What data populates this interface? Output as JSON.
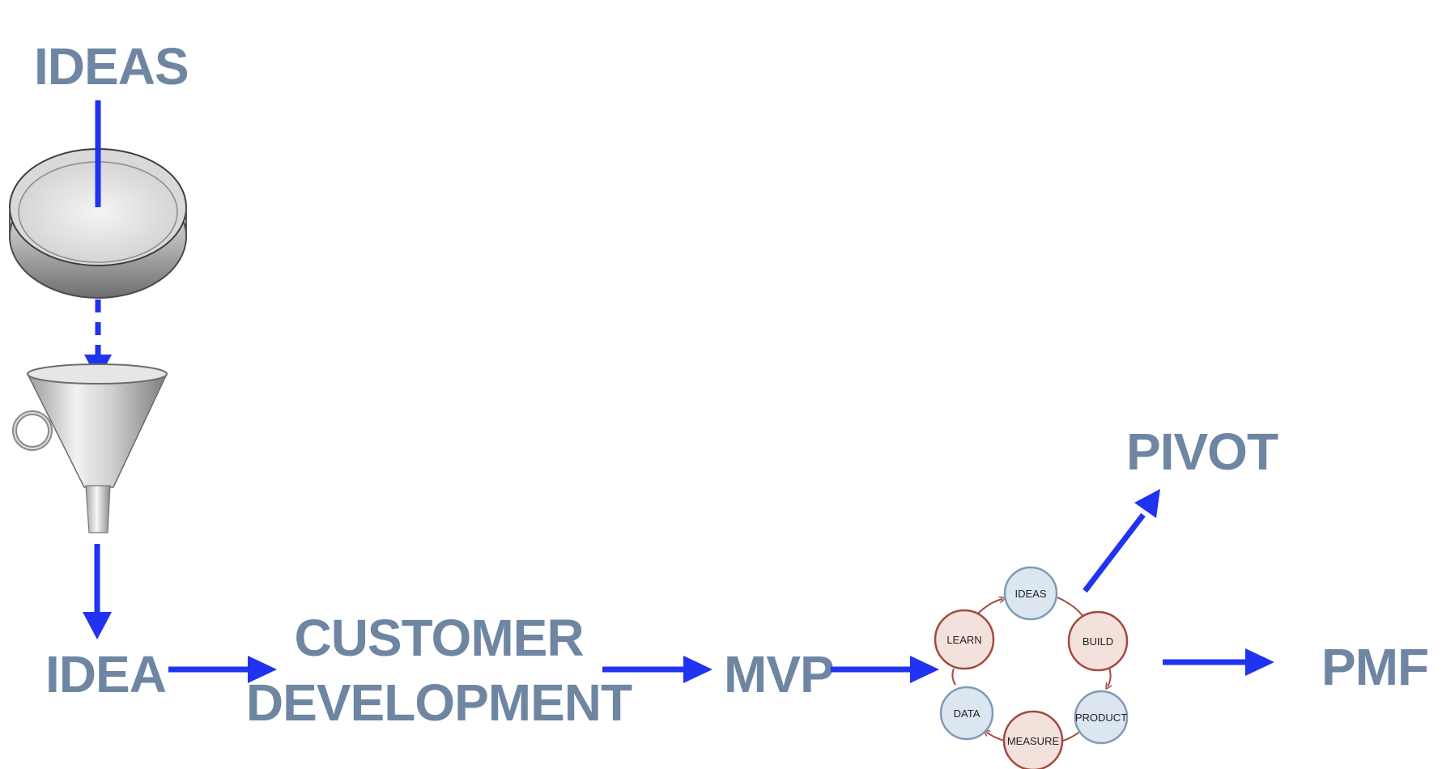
{
  "labels": {
    "ideas": "IDEAS",
    "idea": "IDEA",
    "customer_line1": "CUSTOMER",
    "customer_line2": "DEVELOPMENT",
    "mvp": "MVP",
    "pivot": "PIVOT",
    "pmf": "PMF"
  },
  "cycle": {
    "ideas": "IDEAS",
    "build": "BUILD",
    "product": "PRODUCT",
    "measure": "MEASURE",
    "data": "DATA",
    "learn": "LEARN"
  },
  "icons": {
    "sieve": "sieve-icon",
    "funnel": "funnel-icon"
  },
  "colors": {
    "label": "#6f86a3",
    "arrow": "#1f33f0",
    "node_blue_fill": "#dbe6f0",
    "node_blue_stroke": "#7f9bb7",
    "node_red_fill": "#f3e1dc",
    "node_red_stroke": "#a34a3f"
  }
}
